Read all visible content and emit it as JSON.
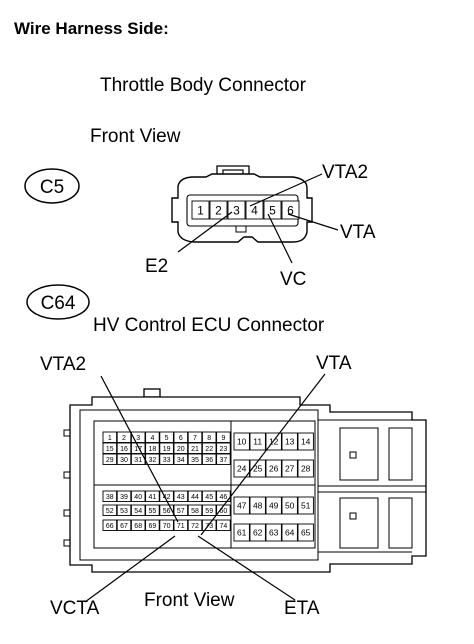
{
  "header": {
    "title": "Wire Harness Side:"
  },
  "connector1": {
    "title": "Throttle Body Connector",
    "view": "Front View",
    "id": "C5",
    "pins": [
      "1",
      "2",
      "3",
      "4",
      "5",
      "6"
    ],
    "labels": {
      "vta2": "VTA2",
      "vta": "VTA",
      "e2": "E2",
      "vc": "VC"
    }
  },
  "connector2": {
    "title": "HV Control ECU Connector",
    "view": "Front View",
    "id": "C64",
    "labels": {
      "vta2": "VTA2",
      "vta": "VTA",
      "vcta": "VCTA",
      "eta": "ETA"
    },
    "left_rows": [
      [
        "1",
        "2",
        "3",
        "4",
        "5",
        "6",
        "7",
        "8",
        "9"
      ],
      [
        "15",
        "16",
        "17",
        "18",
        "19",
        "20",
        "21",
        "22",
        "23"
      ],
      [
        "29",
        "30",
        "31",
        "32",
        "33",
        "34",
        "35",
        "36",
        "37"
      ],
      [
        "38",
        "39",
        "40",
        "41",
        "42",
        "43",
        "44",
        "45",
        "46"
      ],
      [
        "52",
        "53",
        "54",
        "55",
        "56",
        "57",
        "58",
        "59",
        "60"
      ],
      [
        "66",
        "67",
        "68",
        "69",
        "70",
        "71",
        "72",
        "73",
        "74"
      ]
    ],
    "right_rows": [
      [
        "10",
        "11",
        "12",
        "13",
        "14"
      ],
      [
        "24",
        "25",
        "26",
        "27",
        "28"
      ],
      [
        "47",
        "48",
        "49",
        "50",
        "51"
      ],
      [
        "61",
        "62",
        "63",
        "64",
        "65"
      ]
    ]
  }
}
